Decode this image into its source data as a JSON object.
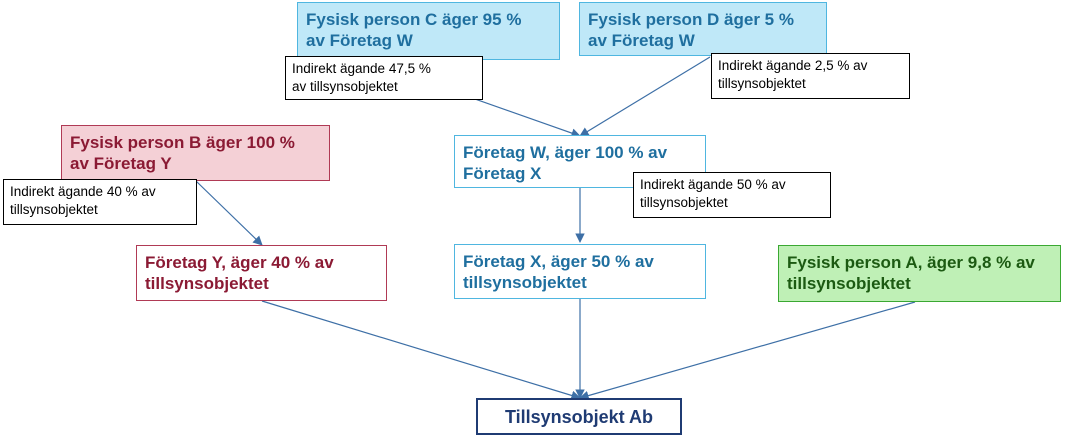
{
  "colors": {
    "blue_text": "#1f6f9f",
    "blue_fill": "#bfe8f8",
    "blue_border": "#4fb6e0",
    "red_text": "#8b1a34",
    "red_fill": "#f4d0d6",
    "red_border": "#b03a55",
    "green_text": "#1c5a12",
    "green_fill": "#bff0b6",
    "green_border": "#3aa832",
    "navy": "#1f3b73",
    "arrow": "#3d6fa6"
  },
  "nodes": {
    "person_c": [
      "Fysisk person C äger 95 %",
      "av Företag W"
    ],
    "person_d": [
      "Fysisk person D äger 5 %",
      "av Företag W"
    ],
    "person_b": [
      "Fysisk person B äger 100 %",
      "av Företag Y"
    ],
    "foretag_w": [
      "Företag W, äger 100 % av",
      "Företag X"
    ],
    "foretag_y": [
      "Företag Y, äger 40 % av",
      "tillsynsobjektet"
    ],
    "foretag_x": [
      "Företag X, äger 50 % av",
      "tillsynsobjektet"
    ],
    "person_a": [
      "Fysisk person A, äger 9,8 % av",
      "tillsynsobjektet"
    ],
    "target": "Tillsynsobjekt Ab"
  },
  "notes": {
    "c": [
      "Indirekt ägande 47,5 %",
      "av tillsynsobjektet"
    ],
    "d": [
      "Indirekt ägande 2,5 % av",
      "tillsynsobjektet"
    ],
    "b": [
      "Indirekt ägande 40 % av",
      "tillsynsobjektet"
    ],
    "w": [
      "Indirekt ägande 50 % av",
      "tillsynsobjektet"
    ]
  }
}
